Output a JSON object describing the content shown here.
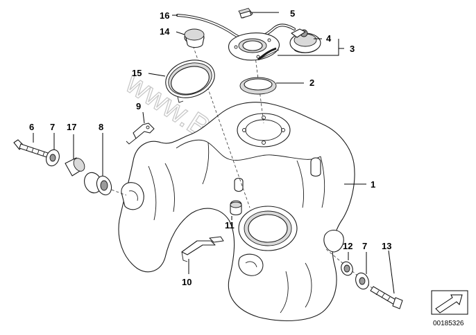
{
  "watermark": "www.BMWstore.pl",
  "catalog_number": "00185326",
  "callouts": [
    {
      "id": "c1",
      "label": "1"
    },
    {
      "id": "c2",
      "label": "2"
    },
    {
      "id": "c3",
      "label": "3"
    },
    {
      "id": "c4",
      "label": "4"
    },
    {
      "id": "c5",
      "label": "5"
    },
    {
      "id": "c6",
      "label": "6"
    },
    {
      "id": "c7a",
      "label": "7"
    },
    {
      "id": "c7b",
      "label": "7"
    },
    {
      "id": "c8",
      "label": "8"
    },
    {
      "id": "c9",
      "label": "9"
    },
    {
      "id": "c10",
      "label": "10"
    },
    {
      "id": "c11",
      "label": "11"
    },
    {
      "id": "c12",
      "label": "12"
    },
    {
      "id": "c13",
      "label": "13"
    },
    {
      "id": "c14",
      "label": "14"
    },
    {
      "id": "c15",
      "label": "15"
    },
    {
      "id": "c16",
      "label": "16"
    },
    {
      "id": "c17",
      "label": "17"
    }
  ],
  "icons": {
    "corner": "arrow-symbol-icon"
  }
}
